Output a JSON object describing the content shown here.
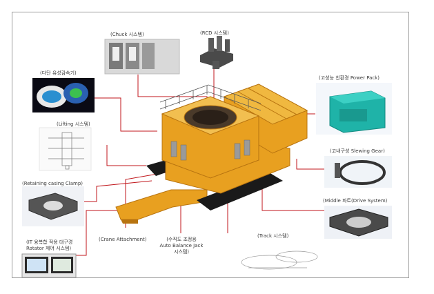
{
  "labels": {
    "chuck": "(Chuck 시스템)",
    "rcd": "(RCD 시스템)",
    "multi_hole": "(다단 유성감속기)",
    "power_pack": "(고성능 친환경 Power Pack)",
    "lifting": "(Lifting 시스템)",
    "slewing": "(고내구성 Slewing Gear)",
    "retaining": "(Retaining casing Clamp)",
    "middle": "(Middle 파트(Drive System)",
    "it_line1": "(IT 융복합 적용 대구경",
    "it_line2": "Rotator 제어 시스템)",
    "crane": "(Crane Attachment)",
    "auto_line1": "(수직도 조정용",
    "auto_line2": "Auto Balance Jack",
    "auto_line3": "시스템)",
    "track": "(Track 시스템)"
  },
  "colors": {
    "machine_orange": "#e8a020",
    "machine_dark": "#b87410",
    "track_black": "#1a1a1a",
    "leader_red": "#c0161b",
    "generator_teal": "#1fb3a8"
  }
}
